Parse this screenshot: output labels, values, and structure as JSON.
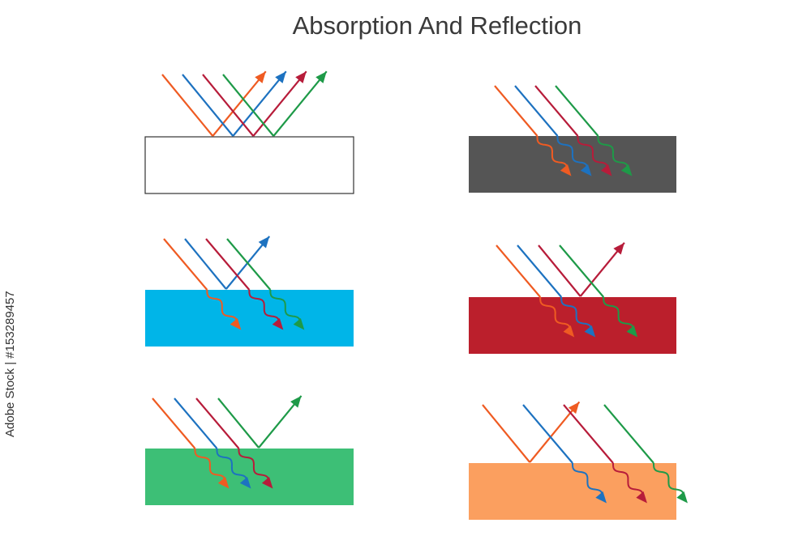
{
  "title": "Absorption And Reflection",
  "stock_id": "Adobe Stock | #153289457",
  "colors": {
    "orange": "#ef5b22",
    "blue": "#1d72c0",
    "red": "#b71c3a",
    "green": "#1e9a48"
  },
  "panels": [
    {
      "id": "white",
      "fill": "#ffffff",
      "stroke": "#333333",
      "absorbed": [],
      "reflected": [
        "orange",
        "blue",
        "red",
        "green"
      ]
    },
    {
      "id": "black",
      "fill": "#555555",
      "stroke": "none",
      "absorbed": [
        "orange",
        "blue",
        "red",
        "green"
      ],
      "reflected": []
    },
    {
      "id": "blue",
      "fill": "#00b5e8",
      "stroke": "none",
      "absorbed": [
        "orange",
        "red",
        "green"
      ],
      "reflected": [
        "blue"
      ]
    },
    {
      "id": "red",
      "fill": "#bb1f2c",
      "stroke": "none",
      "absorbed": [
        "orange",
        "blue",
        "green"
      ],
      "reflected": [
        "red"
      ]
    },
    {
      "id": "green",
      "fill": "#3dbf76",
      "stroke": "none",
      "absorbed": [
        "orange",
        "blue",
        "red"
      ],
      "reflected": [
        "green"
      ]
    },
    {
      "id": "orange",
      "fill": "#fb9f5f",
      "stroke": "none",
      "absorbed": [
        "blue",
        "red",
        "green"
      ],
      "reflected": [
        "orange"
      ]
    }
  ]
}
